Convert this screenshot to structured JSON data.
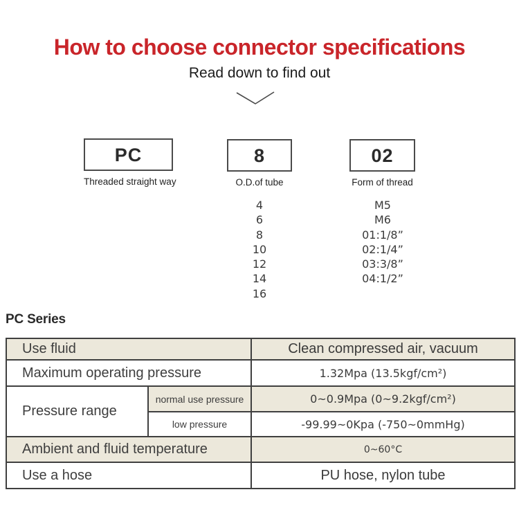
{
  "header": {
    "title": "How to choose connector specifications",
    "subtitle": "Read down to find out"
  },
  "flow": {
    "columns": [
      {
        "code": "PC",
        "label": "Threaded straight way",
        "options": []
      },
      {
        "code": "8",
        "label": "O.D.of tube",
        "options": [
          "4",
          "6",
          "8",
          "10",
          "12",
          "14",
          "16"
        ]
      },
      {
        "code": "02",
        "label": "Form of thread",
        "options": [
          "M5",
          "M6",
          "01:1/8”",
          "02:1/4”",
          "03:3/8”",
          "04:1/2”"
        ]
      }
    ]
  },
  "series": {
    "heading": "PC Series"
  },
  "spec_table": {
    "rows": [
      {
        "label": "Use fluid",
        "value": "Clean compressed air, vacuum"
      },
      {
        "label": "Maximum operating pressure",
        "value": "1.32Mpa (13.5kgf/cm²)"
      },
      {
        "label": "Pressure range",
        "sub_label": "normal use pressure",
        "value": "0~0.9Mpa (0~9.2kgf/cm²)"
      },
      {
        "sub_label": "low pressure",
        "value": "-99.99~0Kpa (-750~0mmHg)"
      },
      {
        "label": "Ambient and fluid temperature",
        "value": "0~60°C"
      },
      {
        "label": "Use a hose",
        "value": "PU hose, nylon tube"
      }
    ]
  },
  "colors": {
    "accent_red": "#c9252a",
    "row_beige": "#ece8db",
    "table_border": "#3f3f3f",
    "text_dark": "#3a3a3a"
  }
}
